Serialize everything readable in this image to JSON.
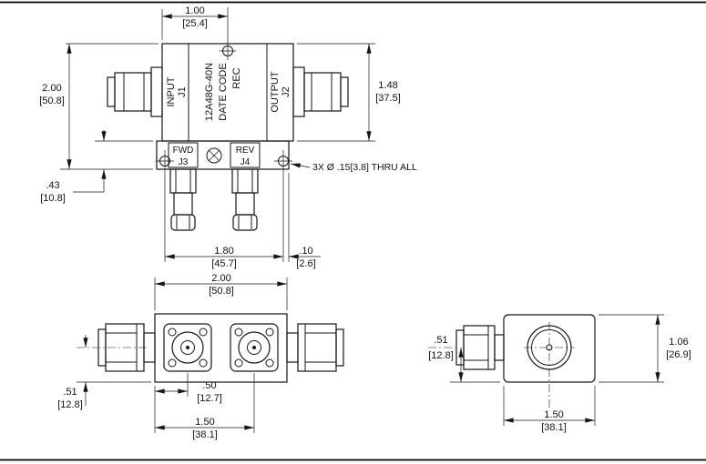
{
  "drawing": {
    "top_view": {
      "input_label": "INPUT",
      "input_jack": "J1",
      "output_label": "OUTPUT",
      "output_jack": "J2",
      "marking_model": "12A48G-40N",
      "marking_datecode": "DATE CODE",
      "marking_rec": "REC",
      "fwd_label": "FWD",
      "fwd_jack": "J3",
      "rev_label": "REV",
      "rev_jack": "J4",
      "dim_hole_offset_in": "1.00",
      "dim_hole_offset_mm": "[25.4]",
      "dim_overall_in": "2.00",
      "dim_overall_mm": "[50.8]",
      "dim_body_in": "1.48",
      "dim_body_mm": "[37.5]",
      "dim_plate_in": ".43",
      "dim_plate_mm": "[10.8]",
      "dim_holespan_in": "1.80",
      "dim_holespan_mm": "[45.7]",
      "dim_edge_in": ".10",
      "dim_edge_mm": "[2.6]",
      "note": "3X Ø .15[3.8] THRU ALL"
    },
    "front_view": {
      "dim_length_in": "2.00",
      "dim_length_mm": "[50.8]",
      "dim_axis_in": ".51",
      "dim_axis_mm": "[12.8]",
      "dim_port1_in": ".50",
      "dim_port1_mm": "[12.7]",
      "dim_port2_in": "1.50",
      "dim_port2_mm": "[38.1]"
    },
    "side_view": {
      "dim_axis_in": ".51",
      "dim_axis_mm": "[12.8]",
      "dim_height_in": "1.06",
      "dim_height_mm": "[26.9]",
      "dim_depth_in": "1.50",
      "dim_depth_mm": "[38.1]"
    }
  }
}
